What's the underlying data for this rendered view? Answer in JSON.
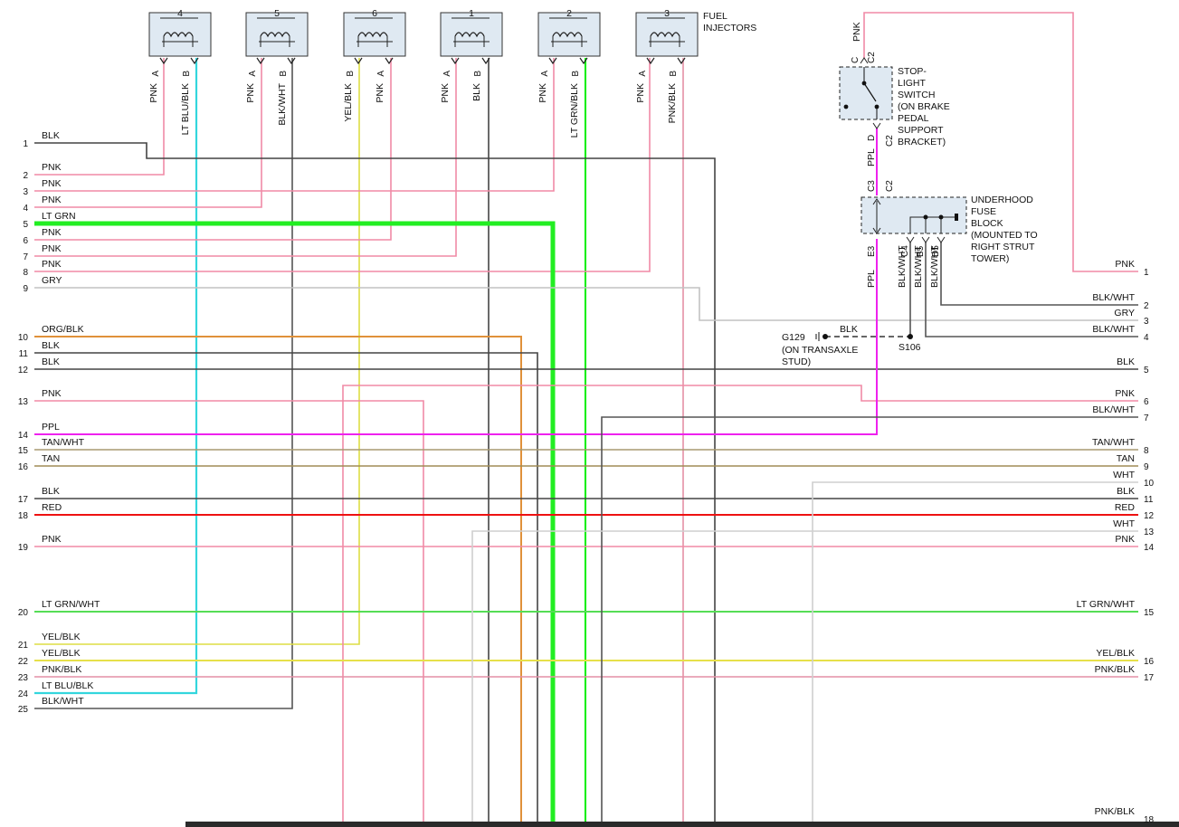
{
  "colors": {
    "PNK": "#f08aa6",
    "LT GRN": "#00ee00",
    "LT GRN_THICK": "#22ee22",
    "BLK": "#444444",
    "GRY": "#c2c2c2",
    "ORG/BLK": "#e0913a",
    "PPL": "#ee22ee",
    "TAN": "#a08c56",
    "TAN/WHT": "#a89a70",
    "RED": "#ee1111",
    "LT GRN/WHT": "#55dd55",
    "YEL/BLK": "#e6e04a",
    "PNK/BLK": "#e48fa5",
    "LT BLU/BLK": "#33d6dd",
    "BLK/WHT": "#555555",
    "WHT": "#cfcfcf",
    "YEL": "#dddd44"
  },
  "injectors": {
    "title_line1": "FUEL",
    "title_line2": "INJECTORS",
    "items": [
      {
        "num": "4",
        "pinA": "A",
        "pinB": "B",
        "wireA": "PNK",
        "wireB": "LT BLU/BLK"
      },
      {
        "num": "5",
        "pinA": "A",
        "pinB": "B",
        "wireA": "PNK",
        "wireB": "BLK/WHT"
      },
      {
        "num": "6",
        "pinA": "B",
        "pinB": "A",
        "wireA": "YEL/BLK",
        "wireB": "PNK"
      },
      {
        "num": "1",
        "pinA": "A",
        "pinB": "B",
        "wireA": "PNK",
        "wireB": "BLK"
      },
      {
        "num": "2",
        "pinA": "A",
        "pinB": "B",
        "wireA": "PNK",
        "wireB": "LT GRN/BLK"
      },
      {
        "num": "3",
        "pinA": "A",
        "pinB": "B",
        "wireA": "PNK",
        "wireB": "PNK/BLK"
      }
    ]
  },
  "left_pins": [
    {
      "n": "1",
      "label": "BLK"
    },
    {
      "n": "2",
      "label": "PNK"
    },
    {
      "n": "3",
      "label": "PNK"
    },
    {
      "n": "4",
      "label": "PNK"
    },
    {
      "n": "5",
      "label": "LT GRN"
    },
    {
      "n": "6",
      "label": "PNK"
    },
    {
      "n": "7",
      "label": "PNK"
    },
    {
      "n": "8",
      "label": "PNK"
    },
    {
      "n": "9",
      "label": "GRY"
    },
    {
      "n": "10",
      "label": "ORG/BLK"
    },
    {
      "n": "11",
      "label": "BLK"
    },
    {
      "n": "12",
      "label": "BLK"
    },
    {
      "n": "13",
      "label": "PNK"
    },
    {
      "n": "14",
      "label": "PPL"
    },
    {
      "n": "15",
      "label": "TAN/WHT"
    },
    {
      "n": "16",
      "label": "TAN"
    },
    {
      "n": "17",
      "label": "BLK"
    },
    {
      "n": "18",
      "label": "RED"
    },
    {
      "n": "19",
      "label": "PNK"
    },
    {
      "n": "20",
      "label": "LT GRN/WHT"
    },
    {
      "n": "21",
      "label": "YEL/BLK"
    },
    {
      "n": "22",
      "label": "YEL/BLK"
    },
    {
      "n": "23",
      "label": "PNK/BLK"
    },
    {
      "n": "24",
      "label": "LT BLU/BLK"
    },
    {
      "n": "25",
      "label": "BLK/WHT"
    }
  ],
  "right_pins": [
    {
      "n": "1",
      "label": "PNK"
    },
    {
      "n": "2",
      "label": "BLK/WHT"
    },
    {
      "n": "3",
      "label": "GRY"
    },
    {
      "n": "4",
      "label": "BLK/WHT"
    },
    {
      "n": "5",
      "label": "BLK"
    },
    {
      "n": "6",
      "label": "PNK"
    },
    {
      "n": "7",
      "label": "BLK/WHT"
    },
    {
      "n": "8",
      "label": "TAN/WHT"
    },
    {
      "n": "9",
      "label": "TAN"
    },
    {
      "n": "10",
      "label": "WHT"
    },
    {
      "n": "11",
      "label": "BLK"
    },
    {
      "n": "12",
      "label": "RED"
    },
    {
      "n": "13",
      "label": "WHT"
    },
    {
      "n": "14",
      "label": "PNK"
    },
    {
      "n": "15",
      "label": "LT GRN/WHT"
    },
    {
      "n": "16",
      "label": "YEL/BLK"
    },
    {
      "n": "17",
      "label": "PNK/BLK"
    },
    {
      "n": "18",
      "label": "PNK/BLK"
    }
  ],
  "stoplight": {
    "lines": [
      "STOP-",
      "LIGHT",
      "SWITCH",
      "(ON BRAKE",
      "PEDAL",
      "SUPPORT",
      "BRACKET)"
    ],
    "top_pin": "C",
    "top_conn": "C2",
    "bottom_pin": "D",
    "bottom_conn": "C2",
    "top_wire": "PNK",
    "bottom_wire": "PPL"
  },
  "fuseblock": {
    "lines": [
      "UNDERHOOD",
      "FUSE",
      "BLOCK",
      "(MOUNTED TO",
      "RIGHT STRUT",
      "TOWER)"
    ],
    "top_pin": "C3",
    "top_conn": "C2",
    "bottom_pins": [
      "E3",
      "C4",
      "B5",
      "D5"
    ],
    "bottom_wires": [
      "PPL",
      "BLK/WHT",
      "BLK/WHT",
      "BLK/WHT"
    ]
  },
  "ground": {
    "name": "G129",
    "wire": "BLK",
    "note_line1": "(ON TRANSAXLE",
    "note_line2": "STUD)",
    "splice": "S106"
  }
}
